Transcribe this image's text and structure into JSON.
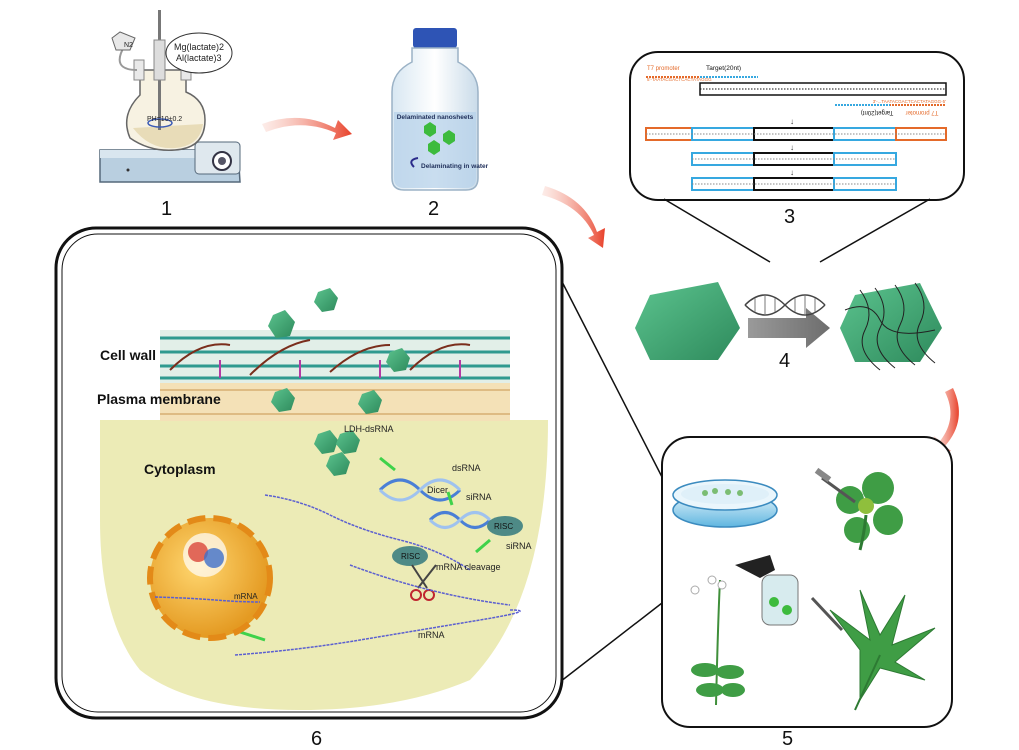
{
  "steps": {
    "n1": "1",
    "n2": "2",
    "n3": "3",
    "n4": "4",
    "n5": "5",
    "n6": "6"
  },
  "step1": {
    "gas": "N2",
    "reagent_line1": "Mg(lactate)2",
    "reagent_line2": "Al(lactate)3",
    "ph": "PH=10±0.2"
  },
  "step2": {
    "bottle_label": "Delaminated nanosheets",
    "bottle_note": "Delaminating in water"
  },
  "step3": {
    "t7_left": "T7 promoter",
    "target_top": "Target(20nt)",
    "seq_left": "5'-TAATACGACTCACTATAGGG",
    "seq_right": "3'-...TAATACGACTCACTATAGGG-5'",
    "target_right": "Target(20nt)",
    "t7_right": "T7 promoter"
  },
  "step6": {
    "cell_wall": "Cell wall",
    "plasma_membrane": "Plasma membrane",
    "cytoplasm": "Cytoplasm",
    "ldh_dsrna": "LDH-dsRNA",
    "dsrna": "dsRNA",
    "dicer": "Dicer",
    "sirna1": "siRNA",
    "risc1": "RISC",
    "sirna2": "siRNA",
    "risc2": "RISC",
    "mrna_cleavage": "mRNA cleavage",
    "mrna_nucleus": "mRNA",
    "mrna_bottom": "mRNA"
  },
  "colors": {
    "ldh_green": "#3aa874",
    "arrow_red": "#e8412a",
    "cytoplasm": "#ecebb6",
    "nucleus": "#f1b53c",
    "dna_blue": "#4a7fd6"
  }
}
